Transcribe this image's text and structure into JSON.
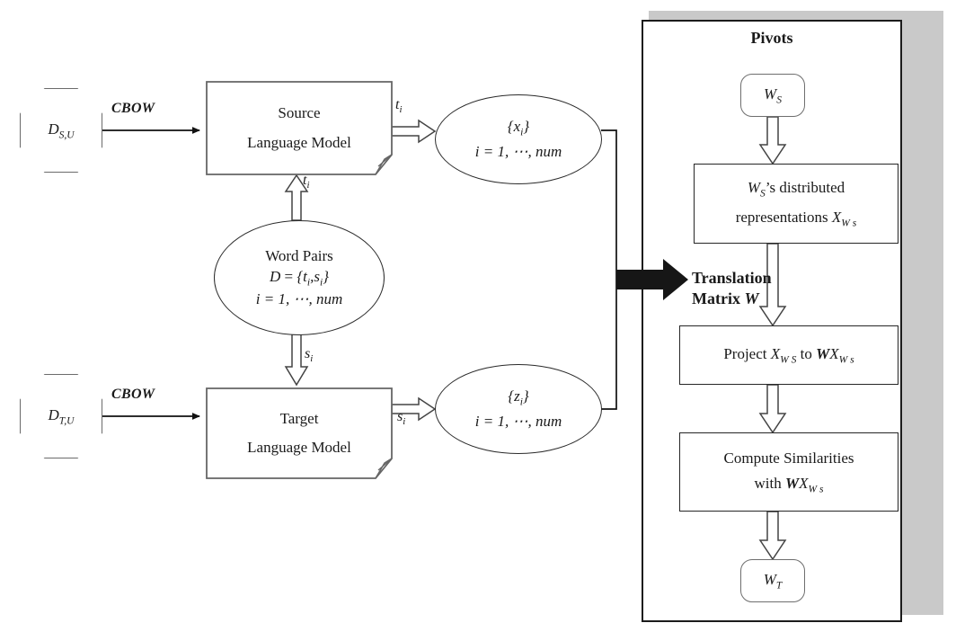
{
  "diagram": {
    "title_right_panel": "Pivots",
    "left_flow": {
      "source_corpus": {
        "label_main": "D",
        "label_sub": "S,U"
      },
      "target_corpus": {
        "label_main": "D",
        "label_sub": "T,U"
      },
      "cbow_top": "CBOW",
      "cbow_bottom": "CBOW",
      "source_model": {
        "line1": "Source",
        "line2": "Language Model"
      },
      "target_model": {
        "line1": "Target",
        "line2": "Language Model"
      },
      "word_pairs": {
        "line1": "Word Pairs",
        "line2_lhs": "D",
        "line2_eq": " = ",
        "line2_set": "{t i , s i }",
        "line3": "i = 1, ⋯, num"
      },
      "source_vectors": {
        "set": "{x i }",
        "range": "i = 1, ⋯, num"
      },
      "target_vectors": {
        "set": "{z i }",
        "range": "i = 1, ⋯, num"
      },
      "edge_labels": {
        "source_out": "t i",
        "target_out": "s i",
        "pairs_to_source": "t i",
        "pairs_to_target": "s i"
      }
    },
    "translation_arrow": {
      "line1": "Translation",
      "line2_text": "Matrix ",
      "line2_symbol": "W"
    },
    "right_flow": {
      "pivot_in": {
        "main": "W",
        "sub": "S"
      },
      "distributed": {
        "line1_lead": "W",
        "line1_sub": "S",
        "line1_rest": "’s distributed",
        "line2_text": "representations ",
        "line2_symbol": "X",
        "line2_symbol_sub": "W s"
      },
      "project": {
        "prefix": "Project ",
        "from_symbol": "X",
        "from_sub": "W S",
        "mid": " to ",
        "to_bold": "W",
        "to_symbol": "X",
        "to_sub": "W s"
      },
      "similarity": {
        "line1": "Compute Similarities",
        "line2_prefix": "with ",
        "line2_bold": "W",
        "line2_symbol": "X",
        "line2_sub": "W s"
      },
      "pivot_out": {
        "main": "W",
        "sub": "T"
      }
    },
    "colors": {
      "ink": "#1a1a1a",
      "box_stroke": "#262626",
      "soft_stroke": "#6b6b6b",
      "panel_shadow": "#c9c9c9",
      "background": "#ffffff"
    }
  }
}
